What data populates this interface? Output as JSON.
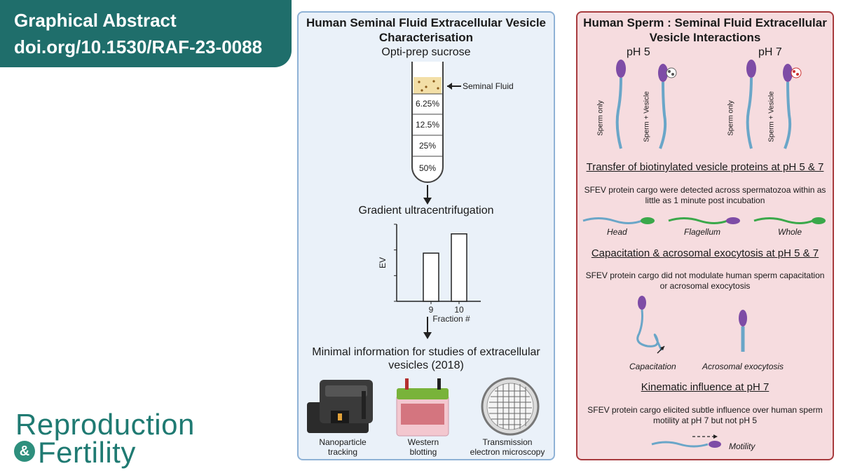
{
  "header": {
    "title": "Graphical Abstract",
    "doi": "doi.org/10.1530/RAF-23-0088"
  },
  "logo": {
    "line1": "Reproduction",
    "amp": "&",
    "line2": "Fertility"
  },
  "left_panel": {
    "title_line1": "Human Seminal Fluid Extracellular Vesicle",
    "title_line2": "Characterisation",
    "method": "Opti-prep sucrose",
    "tube_label": "Seminal Fluid",
    "layers": [
      "6.25%",
      "12.5%",
      "25%",
      "50%"
    ],
    "step2": "Gradient ultracentrifugation",
    "misev_line1": "Minimal information for studies of extracellular",
    "misev_line2": "vesicles (2018)",
    "tools": [
      {
        "line1": "Nanoparticle",
        "line2": "tracking"
      },
      {
        "line1": "Western",
        "line2": "blotting"
      },
      {
        "line1": "Transmission",
        "line2": "electron microscopy"
      }
    ]
  },
  "chart_data": {
    "type": "bar",
    "categories": [
      "9",
      "10"
    ],
    "values": [
      2.5,
      3.5
    ],
    "xlabel": "Fraction #",
    "ylabel": "EV",
    "ylim": [
      0,
      4
    ]
  },
  "right_panel": {
    "title_line1": "Human Sperm : Seminal Fluid Extracellular",
    "title_line2": "Vesicle Interactions",
    "ph5": "pH 5",
    "ph7": "pH 7",
    "sperm_only": "Sperm only",
    "sperm_vesicle": "Sperm + Vesicle",
    "section1_title": "Transfer of biotinylated vesicle proteins at pH 5 & 7",
    "section1_text_line1": "SFEV  protein cargo were detected across spermatozoa within as",
    "section1_text_line2": "little as 1 minute post incubation",
    "labels1": [
      "Head",
      "Flagellum",
      "Whole"
    ],
    "section2_title": "Capacitation & acrosomal exocytosis at pH 5 & 7",
    "section2_text_line1": "SFEV protein cargo did not modulate human sperm capacitation",
    "section2_text_line2": "or acrosomal exocytosis",
    "labels2": [
      "Capacitation",
      "Acrosomal exocytosis"
    ],
    "section3_title": "Kinematic influence at pH 7",
    "section3_text_line1": "SFEV protein cargo elicited subtle influence over human sperm",
    "section3_text_line2": "motility at pH 7 but not pH 5",
    "label3": "Motility"
  },
  "colors": {
    "brand_teal": "#1f6e6b",
    "left_panel_bg": "#eaf1f9",
    "left_panel_border": "#8fb2d6",
    "right_panel_bg": "#f6dcdf",
    "right_panel_border": "#a83b3e",
    "sperm_head": "#7e4ca6",
    "sperm_tail": "#6aa6c8",
    "highlight_green": "#3aa84a"
  }
}
